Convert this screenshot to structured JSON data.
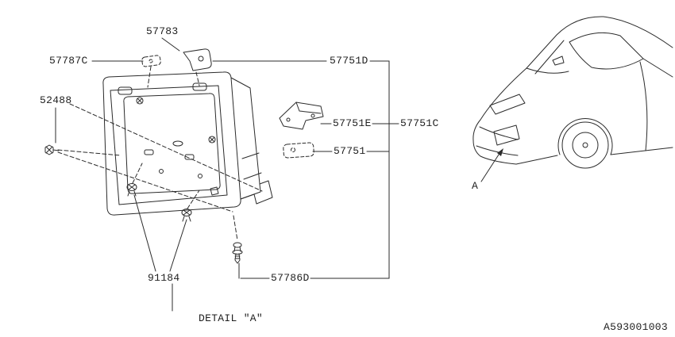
{
  "diagram": {
    "code": "A593001003",
    "caption": "DETAIL \"A\"",
    "car_callout": "A",
    "line_color": "#2b2b2b",
    "parts": {
      "p57783": "57783",
      "p57787C": "57787C",
      "p57751D": "57751D",
      "p52488": "52488",
      "p57751E": "57751E",
      "p57751C": "57751C",
      "p57751": "57751",
      "p91184": "91184",
      "p57786D": "57786D"
    }
  }
}
